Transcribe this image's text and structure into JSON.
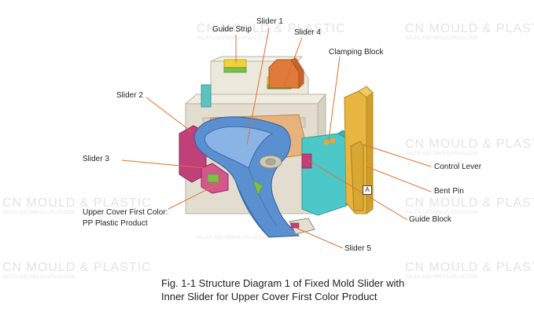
{
  "watermark": {
    "text": "CN MOULD & PLASTIC",
    "subtext": "SALES.A@CNMOULDPLAS.COM"
  },
  "labels": {
    "guide_strip": "Guide Strip",
    "slider_1": "Slider 1",
    "slider_4": "Slider 4",
    "clamping_block": "Clamping Block",
    "slider_2": "Slider 2",
    "slider_3": "Slider 3",
    "control_lever": "Control Lever",
    "bent_pin": "Bent Pin",
    "guide_block": "Guide Block",
    "upper_cover_line1": "Upper Cover First Color:",
    "upper_cover_line2": "PP Plastic Product",
    "slider_5": "Slider 5",
    "marker_a": "A"
  },
  "caption": {
    "line1": "Fig. 1-1 Structure Diagram 1 of Fixed Mold Slider with",
    "line2": "Inner Slider for Upper Cover First Color Product"
  },
  "colors": {
    "mold_body": "#ece8dc",
    "mold_shadow": "#d7d1c1",
    "product_blue": "#5a8fd0",
    "product_light": "#8ab4e6",
    "slider_orange": "#e07a3a",
    "slider_tan": "#e8b27c",
    "guide_yellow": "#f2d23a",
    "guide_green": "#7cc04a",
    "slider_magenta": "#c0407a",
    "clamp_cyan": "#4cc8c8",
    "lever_gold": "#e6b640",
    "leader_line": "#e07030"
  }
}
